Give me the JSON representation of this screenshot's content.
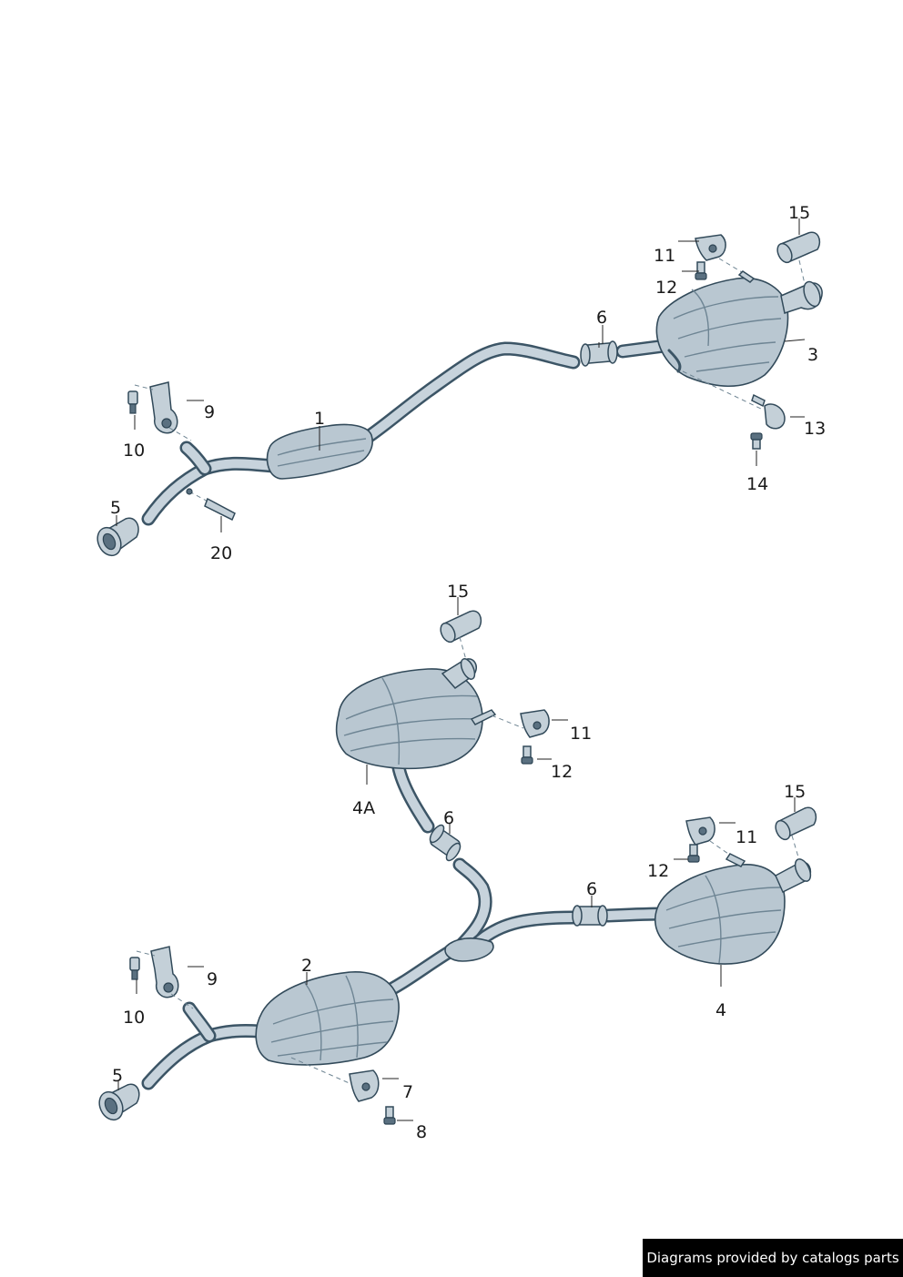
{
  "callouts": {
    "a1": "1",
    "a3": "3",
    "a5": "5",
    "a6": "6",
    "a9": "9",
    "a10": "10",
    "a11": "11",
    "a12": "12",
    "a13": "13",
    "a14": "14",
    "a15": "15",
    "a20": "20",
    "b15a": "15",
    "b11a": "11",
    "b12a": "12",
    "b4a": "4A",
    "b6a": "6",
    "b15b": "15",
    "b11b": "11",
    "b12b": "12",
    "b6b": "6",
    "b4": "4",
    "b2": "2",
    "b9": "9",
    "b10": "10",
    "b5": "5",
    "b7": "7",
    "b8": "8"
  },
  "credit": "Diagrams provided by catalogs parts",
  "colors": {
    "line": "#324a5a",
    "metal_fill": "#b9c7d1",
    "badge_bg": "#000000",
    "badge_text": "#ffffff"
  }
}
